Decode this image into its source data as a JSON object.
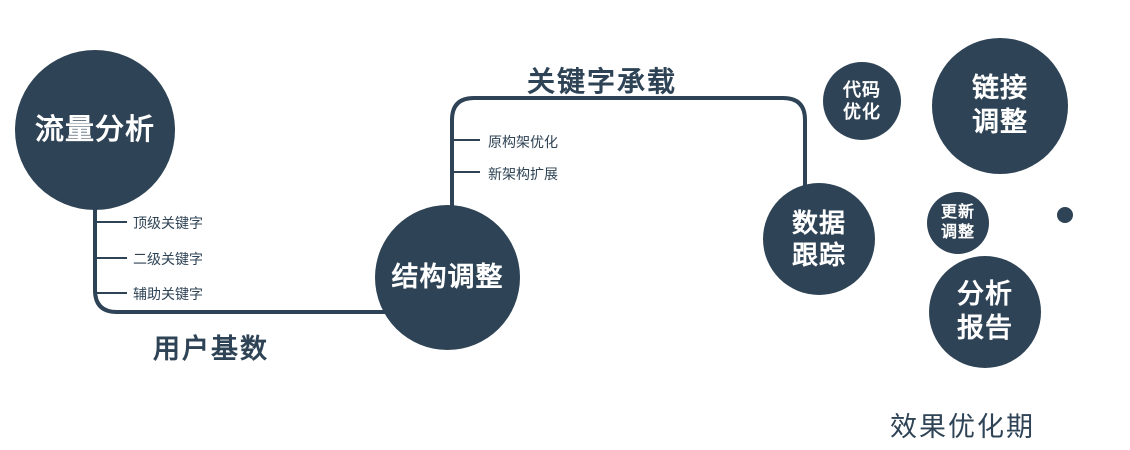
{
  "colors": {
    "primary": "#2e4355",
    "background": "#ffffff",
    "text_on_dark": "#ffffff"
  },
  "nodes": {
    "traffic_analysis": {
      "label": "流量分析"
    },
    "structure_adjustment": {
      "label": "结构调整"
    },
    "data_tracking": {
      "line1": "数据",
      "line2": "跟踪"
    },
    "code_optimization": {
      "line1": "代码",
      "line2": "优化"
    },
    "link_adjustment": {
      "line1": "链接",
      "line2": "调整"
    },
    "update_adjustment": {
      "line1": "更新",
      "line2": "调整"
    },
    "analysis_report": {
      "line1": "分析",
      "line2": "报告"
    }
  },
  "edge_labels": {
    "user_base": "用户基数",
    "keyword_carrying": "关键字承载"
  },
  "branch_labels": {
    "traffic": [
      "顶级关键字",
      "二级关键字",
      "辅助关键字"
    ],
    "structure": [
      "原构架优化",
      "新架构扩展"
    ]
  },
  "footer": {
    "phase_label": "效果优化期"
  }
}
